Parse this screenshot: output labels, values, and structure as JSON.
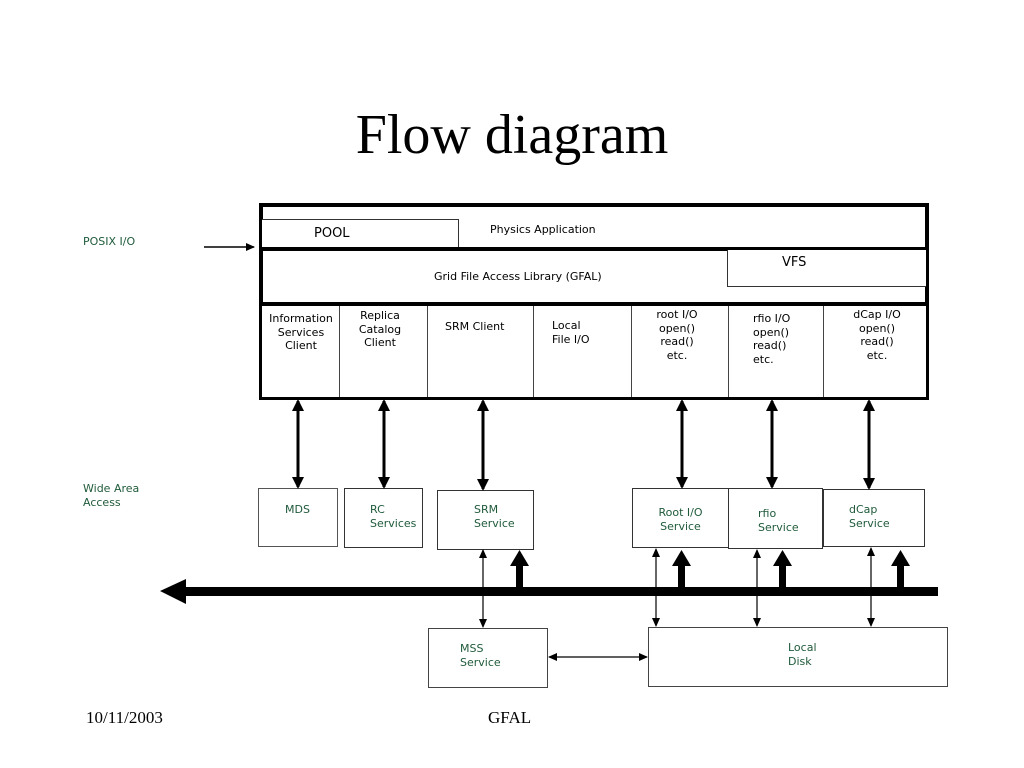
{
  "title": "Flow diagram",
  "side_labels": {
    "posix_io": "POSIX I/O",
    "wide_area_access": [
      "Wide Area",
      "Access"
    ]
  },
  "gfal_stack": {
    "pool": "POOL",
    "physics_application": "Physics Application",
    "vfs": "VFS",
    "gfal": "Grid File Access Library (GFAL)",
    "clients": [
      {
        "id": "info",
        "lines": [
          "Information",
          "Services",
          "Client"
        ]
      },
      {
        "id": "replica",
        "lines": [
          "Replica",
          "Catalog",
          "Client"
        ]
      },
      {
        "id": "srm",
        "lines": [
          "SRM Client"
        ]
      },
      {
        "id": "local",
        "lines": [
          "Local",
          "File I/O"
        ]
      },
      {
        "id": "root",
        "lines": [
          "root I/O",
          "open()",
          "read()",
          "etc."
        ]
      },
      {
        "id": "rfio",
        "lines": [
          "rfio I/O",
          "open()",
          "read()",
          "etc."
        ]
      },
      {
        "id": "dcap",
        "lines": [
          "dCap I/O",
          "open()",
          "read()",
          "etc."
        ]
      }
    ]
  },
  "services": {
    "mds": [
      "MDS"
    ],
    "rc": [
      "RC",
      "Services"
    ],
    "srm": [
      "SRM",
      "Service"
    ],
    "root": [
      "Root I/O",
      "Service"
    ],
    "rfio": [
      "rfio",
      "Service"
    ],
    "dcap": [
      "dCap",
      "Service"
    ],
    "mss": [
      "MSS",
      "Service"
    ],
    "local_disk": [
      "Local",
      "Disk"
    ]
  },
  "footer": {
    "date": "10/11/2003",
    "center": "GFAL"
  },
  "colors": {
    "label_green": "#1f5a3a",
    "line": "#000000"
  }
}
